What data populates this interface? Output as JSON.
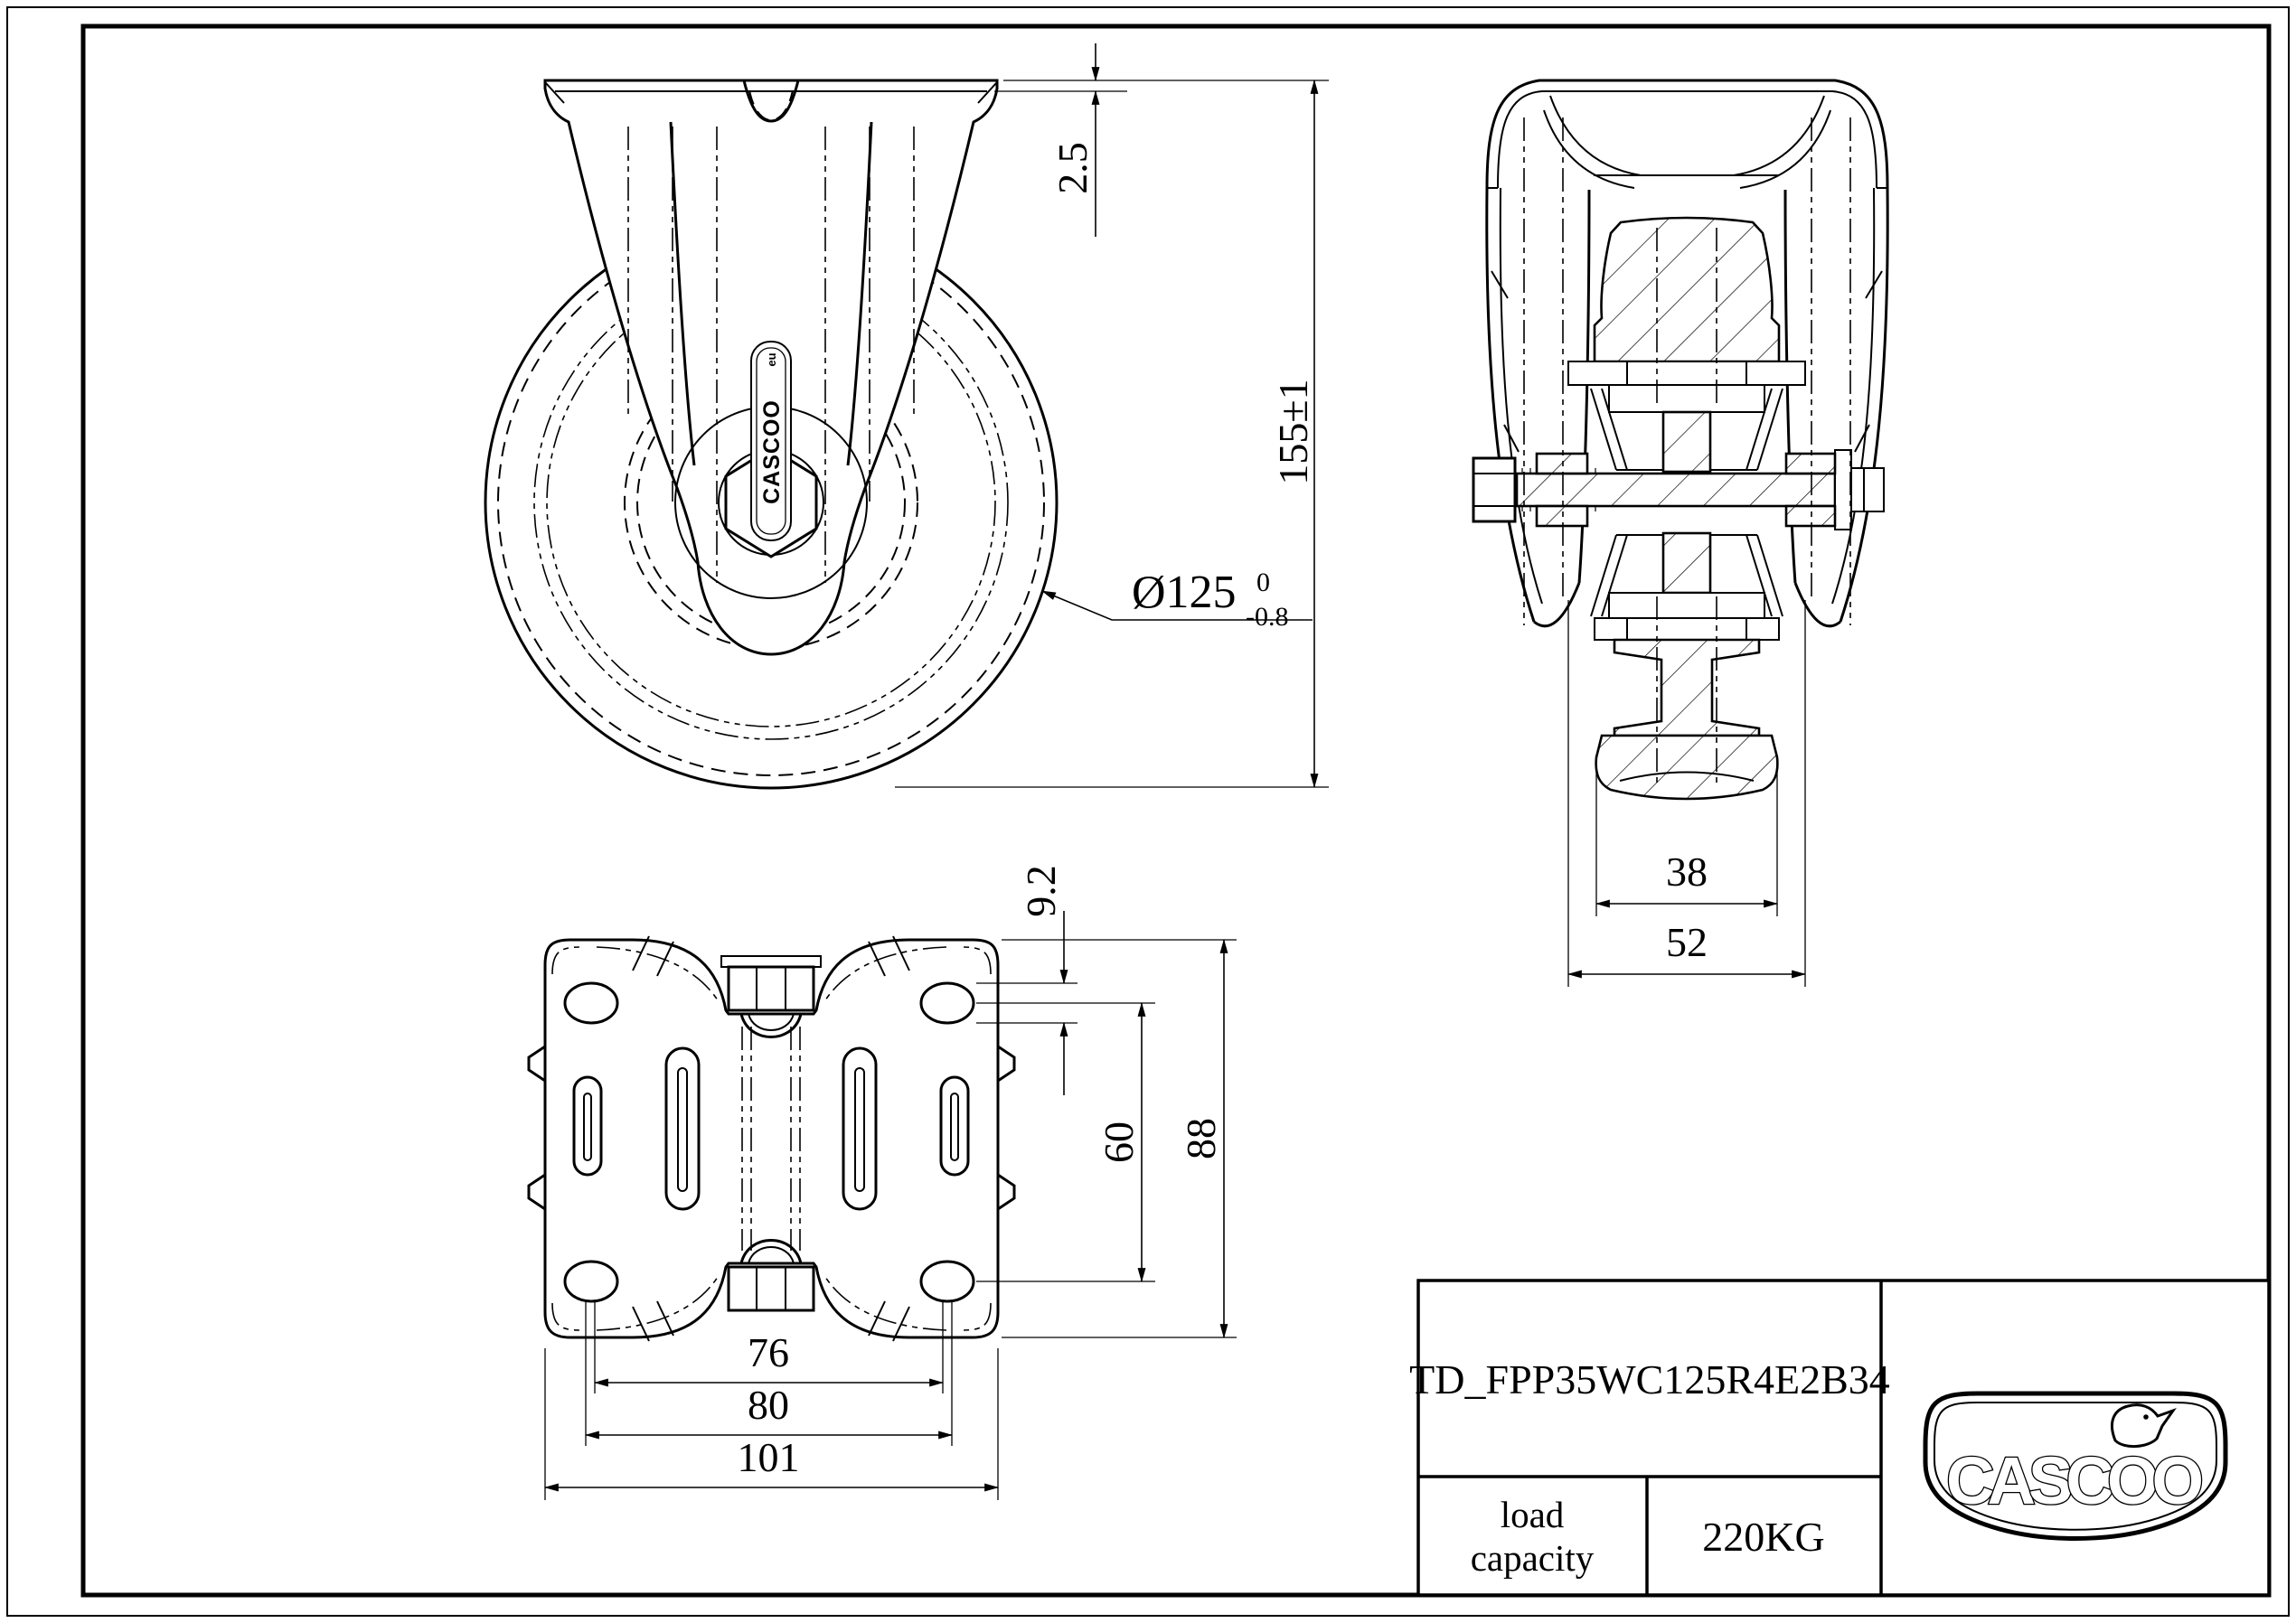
{
  "page": {
    "background": "#ffffff",
    "line_color": "#000000"
  },
  "drawing": {
    "front_view": {
      "badge_text": "CASCOO",
      "badge_suffix": "eu",
      "dim_plate_thickness": "2.5",
      "dim_overall_height": "155±1",
      "dim_wheel_diameter": "Ø125",
      "dim_wheel_diameter_tol_upper": "0",
      "dim_wheel_diameter_tol_lower": "-0.8"
    },
    "side_view": {
      "dim_tread_width": "38",
      "dim_hub_width": "52"
    },
    "bottom_view": {
      "dim_hole_diameter": "9.2",
      "dim_hole_pitch_vertical": "60",
      "dim_plate_depth": "88",
      "dim_hole_pitch_horizontal": "76",
      "dim_hole_pitch_outer": "80",
      "dim_plate_width": "101"
    },
    "title_block": {
      "model_code": "TD_FPP35WC125R4E2B34",
      "load_capacity_line1": "load",
      "load_capacity_line2": "capacity",
      "load_capacity_value": "220KG",
      "brand": "CASCOO"
    }
  }
}
